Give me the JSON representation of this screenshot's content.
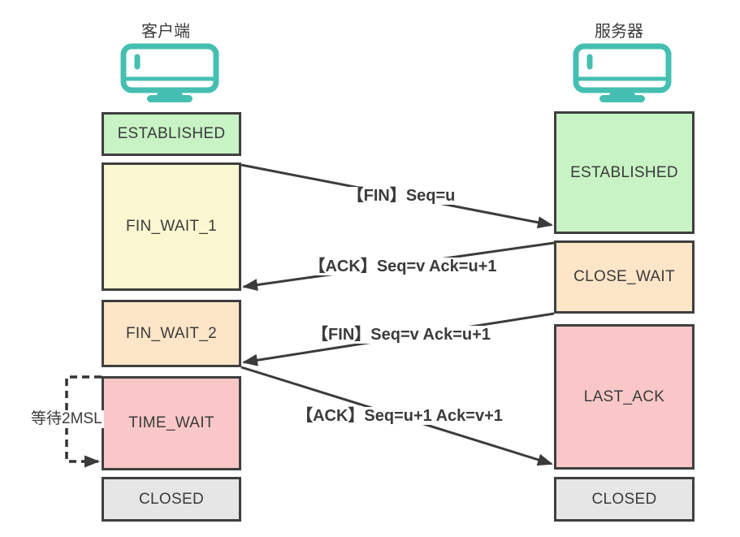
{
  "header": {
    "client_title": "客户端",
    "server_title": "服务器"
  },
  "client_states": [
    {
      "id": "established",
      "label": "ESTABLISHED"
    },
    {
      "id": "fin_wait_1",
      "label": "FIN_WAIT_1"
    },
    {
      "id": "fin_wait_2",
      "label": "FIN_WAIT_2"
    },
    {
      "id": "time_wait",
      "label": "TIME_WAIT"
    },
    {
      "id": "closed",
      "label": "CLOSED"
    }
  ],
  "server_states": [
    {
      "id": "established",
      "label": "ESTABLISHED"
    },
    {
      "id": "close_wait",
      "label": "CLOSE_WAIT"
    },
    {
      "id": "last_ack",
      "label": "LAST_ACK"
    },
    {
      "id": "closed",
      "label": "CLOSED"
    }
  ],
  "messages": [
    {
      "label": "【FIN】Seq=u",
      "direction": "client-to-server"
    },
    {
      "label": "【ACK】Seq=v Ack=u+1",
      "direction": "server-to-client"
    },
    {
      "label": "【FIN】Seq=v Ack=u+1",
      "direction": "server-to-client"
    },
    {
      "label": "【ACK】Seq=u+1 Ack=v+1",
      "direction": "client-to-server"
    }
  ],
  "annotations": {
    "wait_2msl": "等待2MSL"
  },
  "colors": {
    "established": "#c8f3c5",
    "fin_wait_1": "#fbf7d0",
    "fin_wait_2": "#fde5c7",
    "time_wait": "#f9c7c7",
    "close_wait": "#fde5c7",
    "last_ack": "#f9c7c7",
    "closed": "#e6e6e6",
    "line": "#3b3b3b",
    "icon_teal": "#45bfb2"
  }
}
